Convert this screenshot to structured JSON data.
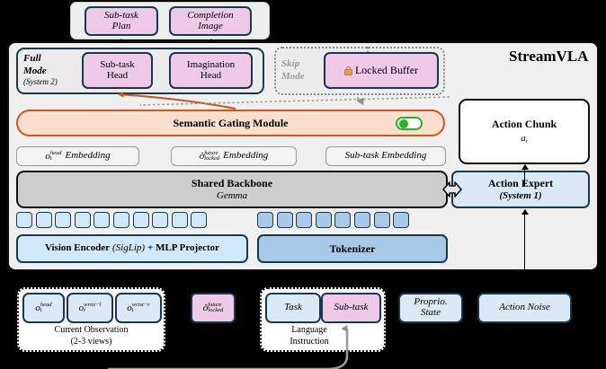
{
  "title": "StreamVLA",
  "outputs": {
    "items": [
      {
        "line1": "Sub-task",
        "line2": "Plan"
      },
      {
        "line1": "Completion",
        "line2": "Image"
      }
    ]
  },
  "full_mode": {
    "label_line1": "Full",
    "label_line2": "Mode",
    "label_line3": "(System 2)",
    "heads": [
      {
        "line1": "Sub-task",
        "line2": "Head"
      },
      {
        "line1": "Imagination",
        "line2": "Head"
      }
    ]
  },
  "skip_mode": {
    "label_line1": "Skip",
    "label_line2": "Mode",
    "buffer_label": "Locked Buffer",
    "lock_icon": "lock-icon"
  },
  "gating": {
    "label": "Semantic Gating Module",
    "toggle_state": "on",
    "toggle_color": "#25b425",
    "fill_color": "#fadfcc",
    "border_color": "#d2551a"
  },
  "embeddings": [
    {
      "base": "o",
      "sub": "t",
      "sup": "head",
      "suffix": "Embedding"
    },
    {
      "base": "ô",
      "sub": "locked",
      "sup": "future",
      "suffix": "Embedding"
    },
    {
      "base": "",
      "sub": "",
      "sup": "",
      "suffix": "Sub-task Embedding"
    }
  ],
  "backbone": {
    "title": "Shared Backbone",
    "subtitle": "Gemma"
  },
  "tokens": {
    "vision_count": 10,
    "text_count": 8,
    "vision_color": "#cfe9fb",
    "text_color": "#a8c9e8"
  },
  "encoders": {
    "vision": {
      "pre": "Vision Encoder",
      "paren": "(SigLip)",
      "post": "+ MLP Projector"
    },
    "tokenizer": {
      "label": "Tokenizer"
    }
  },
  "right_column": {
    "action_chunk": {
      "title": "Action Chunk",
      "symbol": "a",
      "subscript": "t"
    },
    "action_expert": {
      "title": "Action Expert",
      "subtitle": "(System 1)"
    }
  },
  "inputs": {
    "observation": {
      "views": [
        {
          "base": "o",
          "sub": "t",
          "sup": "head"
        },
        {
          "base": "o",
          "sub": "t",
          "sup": "wrist−l"
        },
        {
          "base": "o",
          "sub": "t",
          "sup": "wrist−r"
        }
      ],
      "caption_line1": "Current Observation",
      "caption_line2": "(2-3 views)"
    },
    "locked_future": {
      "base": "ô",
      "sub": "locked",
      "sup": "future"
    },
    "language": {
      "task_label": "Task",
      "subtask_label": "Sub-task",
      "caption_line1": "Language",
      "caption_line2": "Instruction"
    },
    "proprio": {
      "line1": "Proprio.",
      "line2": "State"
    },
    "action_noise": {
      "label": "Action Noise"
    }
  }
}
